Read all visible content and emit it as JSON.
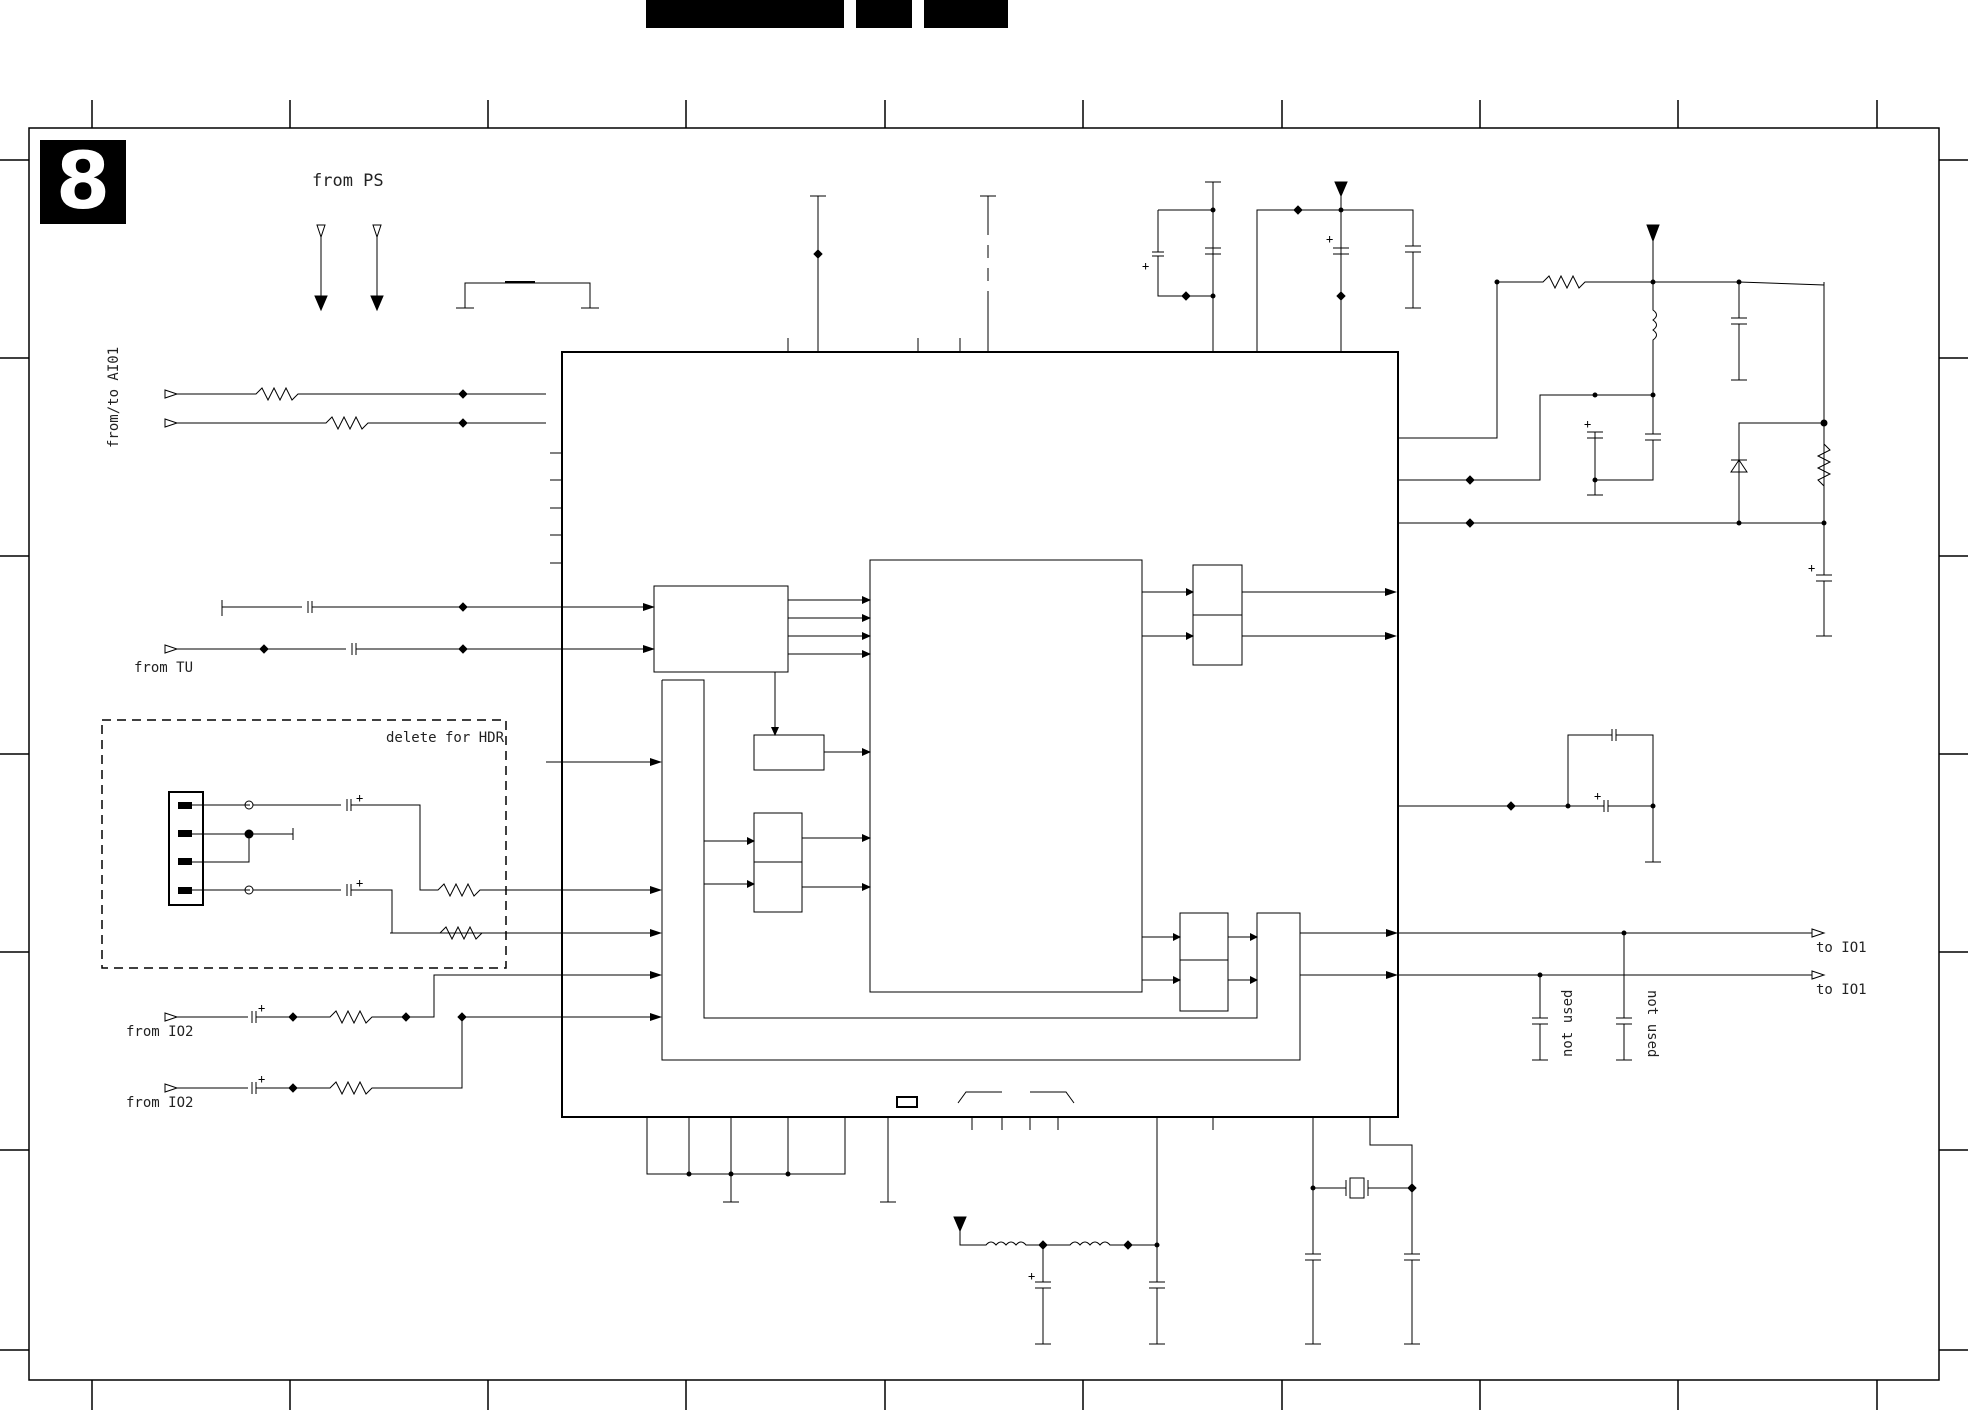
{
  "sheet": {
    "number": "8",
    "header_blocks": [
      "",
      "",
      ""
    ]
  },
  "labels": {
    "from_ps": "from PS",
    "from_to_ai01": "from/to AI01",
    "from_tu": "from TU",
    "delete_for_hdr": "delete for HDR",
    "from_io2_a": "from IO2",
    "from_io2_b": "from IO2",
    "to_io1_a": "to IO1",
    "to_io1_b": "to IO1",
    "not_used_a": "not used",
    "not_used_b": "not used"
  },
  "colors": {
    "line": "#000000",
    "background": "#ffffff"
  }
}
